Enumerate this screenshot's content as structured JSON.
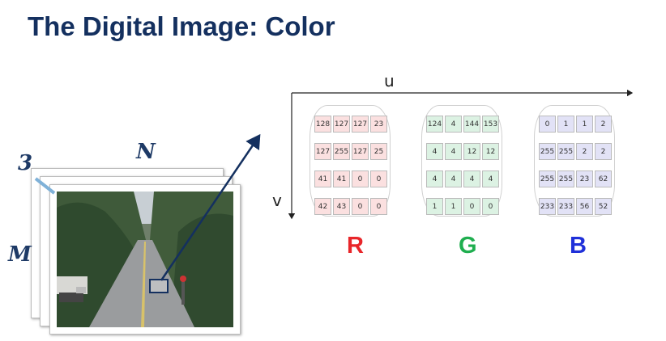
{
  "title": "The Digital Image: Color",
  "axes": {
    "u": "u",
    "v": "v"
  },
  "dims": {
    "channels": "3",
    "width": "N",
    "height": "M"
  },
  "channels": [
    {
      "label": "R",
      "color": "#e8262a",
      "fill": "#fbe0e0",
      "rows": [
        [
          "128",
          "127",
          "127",
          "23"
        ],
        [
          "127",
          "255",
          "127",
          "25"
        ],
        [
          "41",
          "41",
          "0",
          "0"
        ],
        [
          "42",
          "43",
          "0",
          "0"
        ]
      ]
    },
    {
      "label": "G",
      "color": "#1fae4f",
      "fill": "#dcf2e3",
      "rows": [
        [
          "124",
          "4",
          "144",
          "153"
        ],
        [
          "4",
          "4",
          "12",
          "12"
        ],
        [
          "4",
          "4",
          "4",
          "4"
        ],
        [
          "1",
          "1",
          "0",
          "0"
        ]
      ]
    },
    {
      "label": "B",
      "color": "#1f30d9",
      "fill": "#e2e2f6",
      "rows": [
        [
          "0",
          "1",
          "1",
          "2"
        ],
        [
          "255",
          "255",
          "2",
          "2"
        ],
        [
          "255",
          "255",
          "23",
          "62"
        ],
        [
          "233",
          "233",
          "56",
          "52"
        ]
      ]
    }
  ]
}
